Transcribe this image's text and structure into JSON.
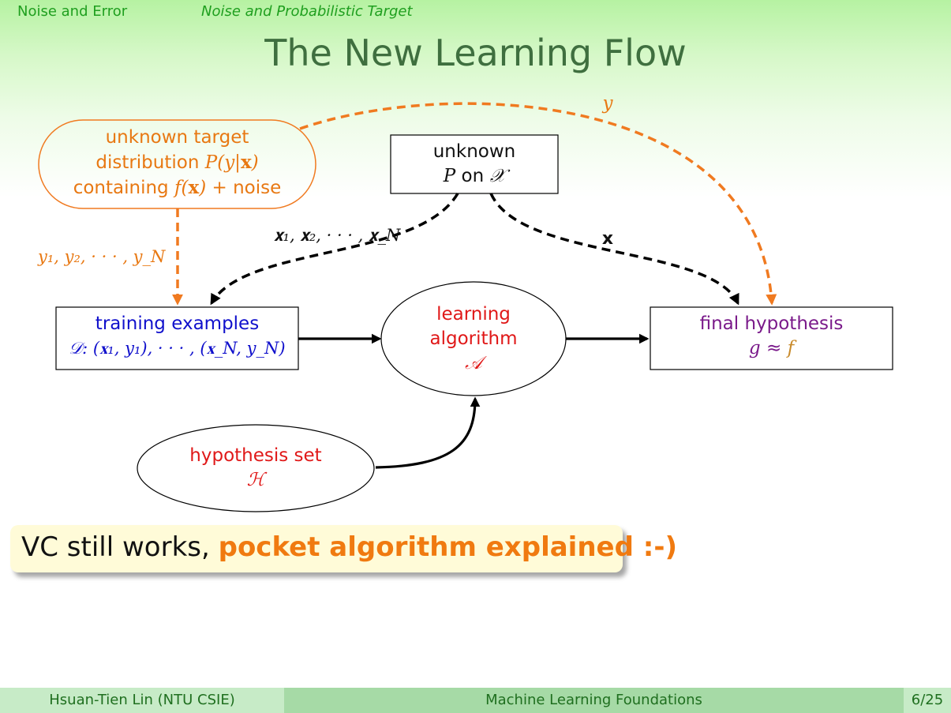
{
  "header": {
    "section": "Noise and Error",
    "subsection": "Noise and Probabilistic Target",
    "title": "The New Learning Flow"
  },
  "diagram": {
    "target": {
      "line1": "unknown target",
      "line2_prefix": "distribution ",
      "line2_math_a": "P",
      "line2_math_b": "(y|",
      "line2_bold": "x",
      "line2_math_c": ")",
      "line3_prefix": "containing ",
      "line3_math_a": "f",
      "line3_math_b": "(",
      "line3_bold": "x",
      "line3_math_c": ")",
      "line3_suffix": " + noise"
    },
    "input_dist": {
      "line1": "unknown",
      "line2_math_a": "P",
      "line2_text": " on ",
      "line2_math_b": "𝒳"
    },
    "training": {
      "line1": "training examples",
      "line2": "𝒟: (𝐱₁, y₁), · · · , (𝐱_N, y_N)"
    },
    "algorithm": {
      "line1": "learning",
      "line2": "algorithm",
      "line3": "𝒜"
    },
    "final": {
      "line1": "final hypothesis",
      "line2_g": "g",
      "line2_approx": " ≈ ",
      "line2_f": "f"
    },
    "hypothesis_set": {
      "line1": "hypothesis set",
      "line2": "ℋ"
    },
    "edge_labels": {
      "y": "y",
      "ys": "y₁, y₂, · · · , y_N",
      "xs": "𝐱₁, 𝐱₂, · · · , 𝐱_N",
      "x": "x"
    }
  },
  "callout": {
    "plain": "VC still works, ",
    "emphasis": "pocket algorithm explained :-)"
  },
  "footer": {
    "author": "Hsuan-Tien Lin  (NTU CSIE)",
    "course": "Machine Learning Foundations",
    "page": "6/25"
  },
  "colors": {
    "orange": "#e87812",
    "blue": "#1010cc",
    "red": "#e01818",
    "purple": "#7a1a8a",
    "title_green": "#3f6f3f"
  }
}
